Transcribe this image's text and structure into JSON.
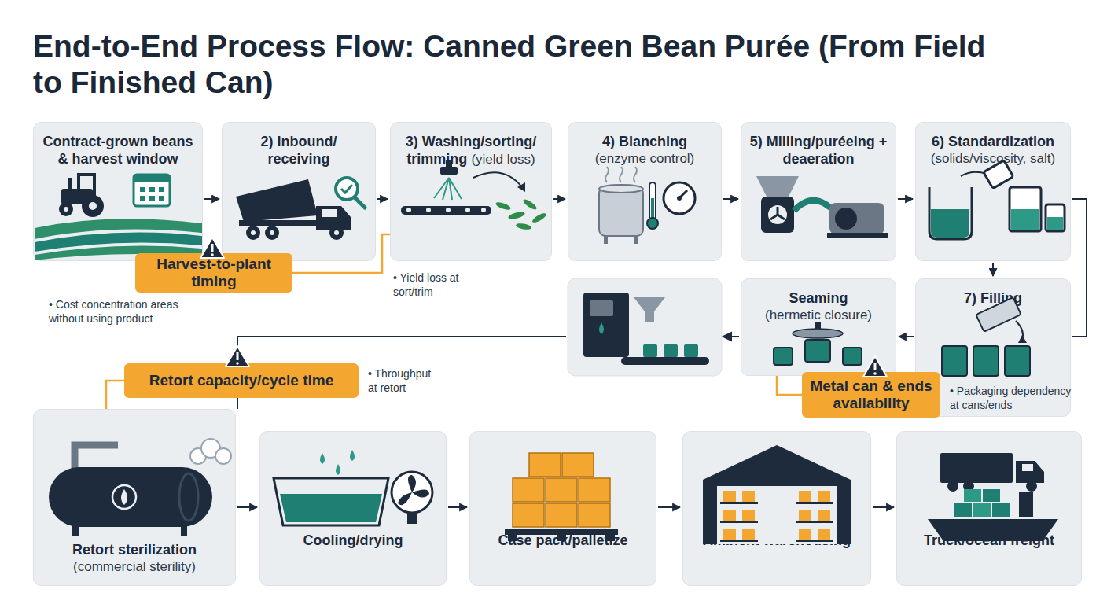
{
  "diagram": {
    "title": "End-to-End Process Flow: Canned Green Bean Purée (From Field to Finished Can)",
    "nodes": [
      {
        "text": [
          "Contract-grown beans & harvest window"
        ]
      },
      {
        "text": [
          "2) Inbound/ receiving"
        ]
      },
      {
        "text": [
          "3) Washing/sorting/ trimming",
          "(yield loss)"
        ]
      },
      {
        "text": [
          "4) Blanching",
          "(enzyme control)"
        ]
      },
      {
        "text": [
          "5) Milling/puréeing + deaeration"
        ]
      },
      {
        "text": [
          "6) Standardization",
          "(solids/viscosity, salt)"
        ]
      },
      {
        "text": [
          "Harvest-to-plant timing"
        ]
      },
      {
        "text": [
          "7) Filling"
        ]
      },
      {
        "text": [
          "Seaming",
          "(hermetic closure)"
        ]
      },
      {
        "text": [
          "Metal can & ends availability"
        ]
      },
      {
        "text": [
          "Retort capacity/cycle time"
        ]
      },
      {
        "text": [
          "Retort sterilization",
          "(commercial sterility)"
        ]
      },
      {
        "text": [
          "Cooling/drying"
        ]
      },
      {
        "text": [
          "Case pack/palletize"
        ]
      },
      {
        "text": [
          "Ambient warehousing"
        ]
      },
      {
        "text": [
          "Truck/ocean freight"
        ]
      }
    ],
    "edges": [
      {
        "from": 0,
        "to": 1,
        "arrow": "to"
      },
      {
        "from": 1,
        "to": 2,
        "arrow": "to"
      },
      {
        "from": 2,
        "to": 3,
        "arrow": "to"
      },
      {
        "from": 3,
        "to": 4,
        "arrow": "to"
      },
      {
        "from": 4,
        "to": 5,
        "arrow": "to"
      },
      {
        "from": 5,
        "to": 7,
        "arrow": "to"
      },
      {
        "from": 7,
        "to": 8,
        "arrow": "to"
      },
      {
        "from": 6,
        "to": 2,
        "arrow": "none"
      },
      {
        "from": 9,
        "to": 8,
        "arrow": "none"
      },
      {
        "from": 10,
        "to": 11,
        "arrow": "none"
      },
      {
        "from": 11,
        "to": 12,
        "arrow": "to"
      },
      {
        "from": 12,
        "to": 13,
        "arrow": "to"
      },
      {
        "from": 13,
        "to": 14,
        "arrow": "to"
      },
      {
        "from": 14,
        "to": 15,
        "arrow": "to"
      }
    ],
    "labels": [
      "• Cost concentration areas without using product",
      "• Yield loss at sort/trim",
      "• Throughput at retort",
      "• Packaging dependency at cans/ends"
    ]
  }
}
